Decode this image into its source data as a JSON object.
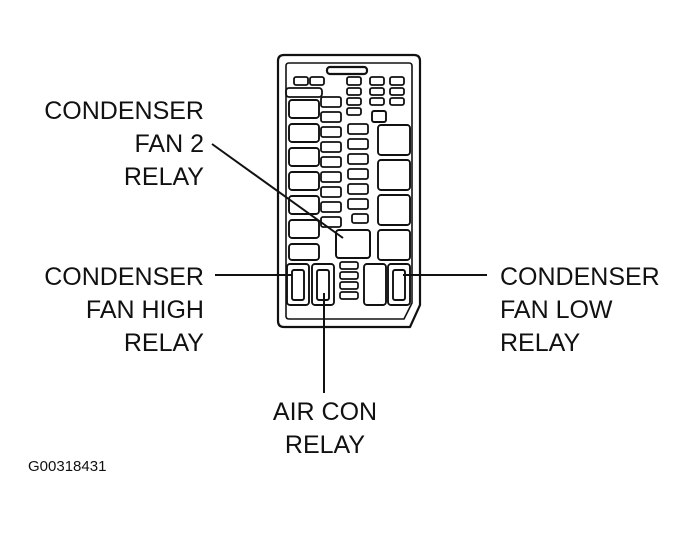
{
  "labels": {
    "condenser_fan_2_relay": [
      "CONDENSER",
      "FAN 2",
      "RELAY"
    ],
    "condenser_fan_high_relay": [
      "CONDENSER",
      "FAN HIGH",
      "RELAY"
    ],
    "condenser_fan_low_relay": [
      "CONDENSER",
      "FAN LOW",
      "RELAY"
    ],
    "air_con_relay": [
      "AIR CON",
      "RELAY"
    ]
  },
  "figure_code": "G00318431"
}
